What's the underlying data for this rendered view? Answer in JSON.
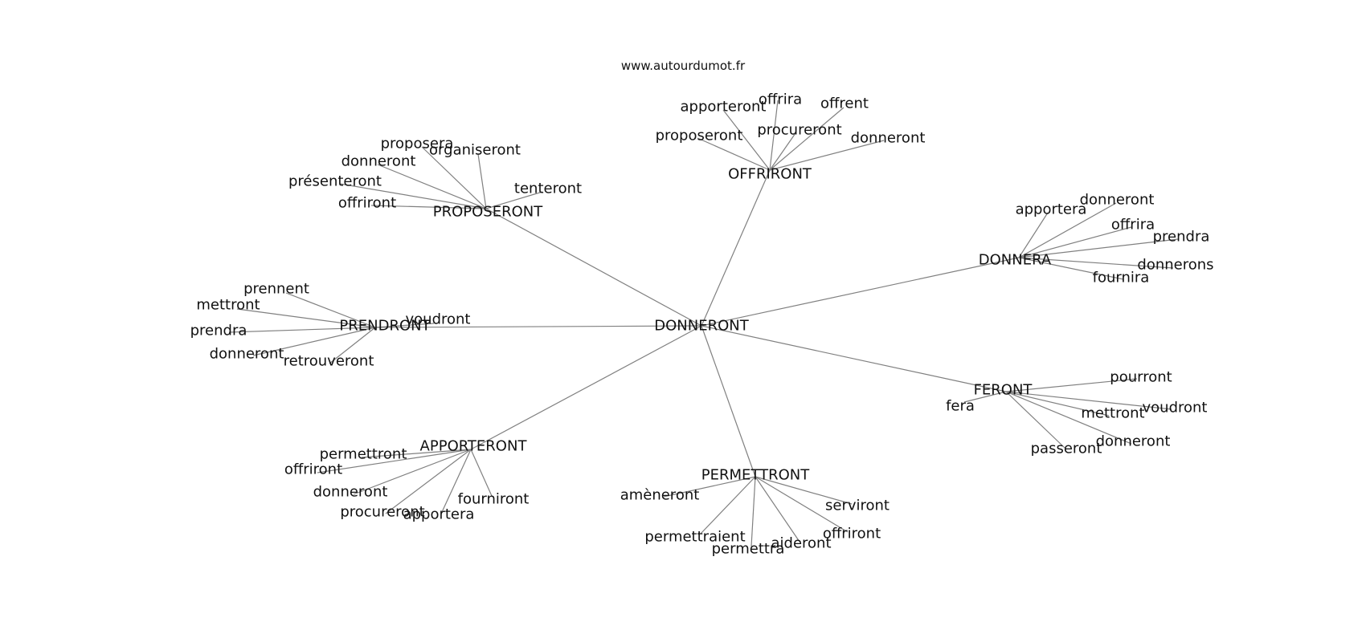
{
  "source": "www.autourdumot.fr",
  "colors": {
    "edge": "#808080",
    "text": "#111111",
    "background": "#ffffff"
  },
  "center": "DONNERONT",
  "clusters": [
    {
      "hub": "OFFRIRONT",
      "leaves": [
        "apporteront",
        "offrira",
        "offrent",
        "proposeront",
        "procureront",
        "donneront"
      ]
    },
    {
      "hub": "PROPOSERONT",
      "leaves": [
        "proposera",
        "organiseront",
        "donneront",
        "présenteront",
        "tenteront",
        "offriront"
      ]
    },
    {
      "hub": "DONNERA",
      "leaves": [
        "apportera",
        "donneront",
        "offrira",
        "prendra",
        "donnerons",
        "fournira"
      ]
    },
    {
      "hub": "PRENDRONT",
      "leaves": [
        "prennent",
        "mettront",
        "voudront",
        "prendra",
        "donneront",
        "retrouveront"
      ]
    },
    {
      "hub": "FERONT",
      "leaves": [
        "pourront",
        "fera",
        "voudront",
        "mettront",
        "donneront",
        "passeront"
      ]
    },
    {
      "hub": "APPORTERONT",
      "leaves": [
        "permettront",
        "offriront",
        "donneront",
        "fourniront",
        "procureront",
        "apportera"
      ]
    },
    {
      "hub": "PERMETTRONT",
      "leaves": [
        "amèneront",
        "serviront",
        "offriront",
        "permettraient",
        "permettra",
        "aideront"
      ]
    }
  ]
}
